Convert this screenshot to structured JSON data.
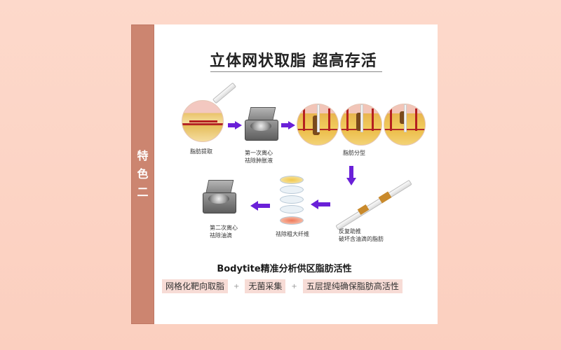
{
  "side_label": [
    "特",
    "色",
    "二"
  ],
  "title": "立体网状取脂 超高存活",
  "process": {
    "steps": [
      {
        "id": "fat-extraction",
        "caption": [
          "脂肪提取"
        ]
      },
      {
        "id": "first-centrifuge",
        "caption": [
          "第一次离心",
          "祛除肿胀液"
        ]
      },
      {
        "id": "fat-typing",
        "caption": [
          "脂肪分型"
        ]
      },
      {
        "id": "repeated-push",
        "caption": [
          "反复助推",
          "破坏含油滴的脂肪"
        ]
      },
      {
        "id": "remove-fibers",
        "caption": [
          "祛除粗大纤维"
        ]
      },
      {
        "id": "second-centrifuge",
        "caption": [
          "第二次离心",
          "祛除油滴"
        ]
      }
    ],
    "arrow_color": "#6a20d8"
  },
  "bodytite_line": "Bodytite精准分析供区脂肪活性",
  "tags": [
    "网格化靶向取脂",
    "无菌采集",
    "五层提纯确保脂肪高活性"
  ],
  "tag_separator": "+",
  "colors": {
    "background": "#fdd9cb",
    "side_band": "#cc8570",
    "tag_bg": "#f7dcd6"
  }
}
